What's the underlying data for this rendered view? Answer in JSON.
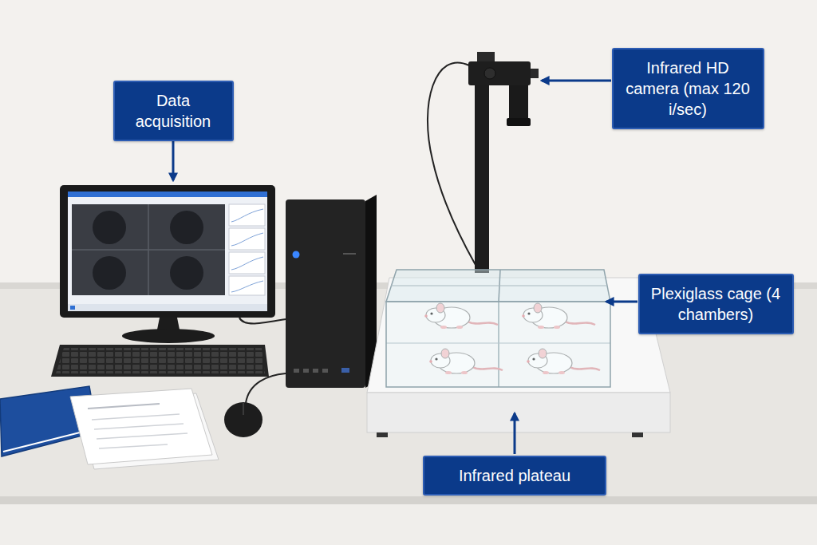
{
  "diagram": {
    "nodes": [
      {
        "text": [
          "Data acquisition"
        ]
      },
      {
        "text": [
          "Infrared HD camera (max 120 i/sec)"
        ]
      },
      {
        "text": [
          "Plexiglass cage (4 chambers)"
        ]
      },
      {
        "text": [
          "Infrared plateau"
        ]
      }
    ]
  }
}
